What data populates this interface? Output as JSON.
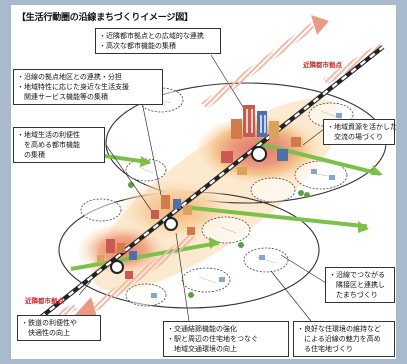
{
  "title": "【生活行動圏の沿線まちづくりイメージ図】",
  "callouts": {
    "top": [
      "・近隣都市拠点との広域的な連携",
      "・高次な都市機能の集積"
    ],
    "left_upper": [
      "・沿線の拠点地区との連携・分担",
      "・地域特性に応じた身近な生活支援",
      "　関連サービス機能等の集積"
    ],
    "left_middle": [
      "・地域生活の利便性",
      "　を高める都市機能",
      "　の集積"
    ],
    "right_upper": [
      "・地域資源を活かした",
      "　交流の場づくり"
    ],
    "right_lower": [
      "・沿線でつながる",
      "　隣接区と連携し",
      "　たまちづくり"
    ],
    "bottom_left": [
      "・鉄道の利便性や",
      "　快適性の向上"
    ],
    "bottom_center": [
      "・交通結節機能の強化",
      "・駅と周辺の住宅地をつなぐ",
      "　地域交通環境の向上"
    ],
    "bottom_right": [
      "・良好な住環境の維持など",
      "　による沿線の魅力を高め",
      "　る住宅地づくり"
    ]
  },
  "city_labels": {
    "upper_right": "近隣都市拠点",
    "lower_left": "近隣都市拠点"
  },
  "colors": {
    "frame_bg": "#a9bacd",
    "core_red": "#e2746a",
    "halo_orange": "#f4c48c",
    "halo_pale": "#fbe6c8",
    "green_arrow": "#7cbf4a",
    "rail": "#222222"
  }
}
